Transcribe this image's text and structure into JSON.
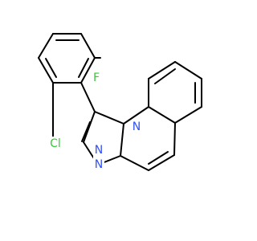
{
  "molecule": {
    "atoms": [
      {
        "id": "F",
        "label": "F",
        "color": "#33cc33"
      },
      {
        "id": "Cl",
        "label": "Cl",
        "color": "#33cc33"
      },
      {
        "id": "N1",
        "label": "N",
        "color": "#3050f8"
      },
      {
        "id": "N2",
        "label": "N",
        "color": "#3050f8"
      },
      {
        "id": "N3",
        "label": "N",
        "color": "#3050f8"
      }
    ],
    "bond_color": "#000000"
  }
}
